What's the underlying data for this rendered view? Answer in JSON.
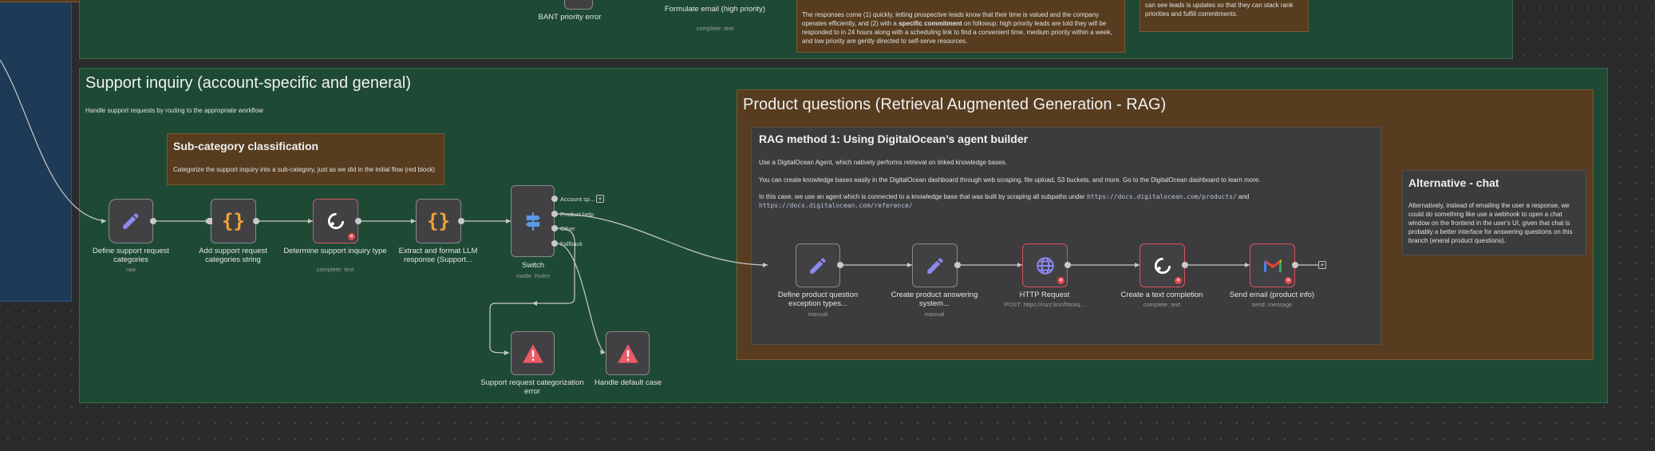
{
  "canvas": {
    "background": "#2b2b2b"
  },
  "top_section": {
    "bant_label": "BANT priority error",
    "formulate_label": "Formulate email (high priority)",
    "formulate_sub": "complete: text",
    "note1_text": "The responses come (1) quickly, letting prospective leads know that their time is valued and the company operates efficiently, and (2) with a specific commitment on followup: high priority leads are told they will be responded to in 24 hours along with a scheduling link to find a convenient time, medium priority within a week, and low priority are gently directed to self-serve resources.",
    "note2_text": "can see leads is updates so that they can stack rank priorities and fulfill commitments."
  },
  "support": {
    "title": "Support inquiry (account-specific and general)",
    "description": "Handle support requests by routing to the appropriate workflow",
    "subcat": {
      "title": "Sub-category classification",
      "description": "Categorize the support inquiry into a sub-category, just as we did in the initial flow (red block)"
    },
    "nodes": {
      "define": {
        "label": "Define support request categories",
        "sub": "raw"
      },
      "add": {
        "label": "Add support request categories string",
        "sub": ""
      },
      "determine": {
        "label": "Determine support inquiry type",
        "sub": "complete: text"
      },
      "extract": {
        "label": "Extract and format LLM response (Support...",
        "sub": ""
      },
      "switch": {
        "label": "Switch",
        "sub": "mode: Rules"
      },
      "cat_error": {
        "label": "Support request categorization error",
        "sub": ""
      },
      "default_case": {
        "label": "Handle default case",
        "sub": ""
      }
    },
    "switch_outputs": [
      "Account sp...",
      "Product help",
      "Other",
      "Fallback"
    ]
  },
  "product": {
    "title": "Product questions (Retrieval Augmented Generation - RAG)",
    "rag": {
      "title": "RAG method 1: Using DigitalOcean’s agent builder",
      "p1": "Use a DigitalOcean Agent, which natively performs retrieval on linked knowledge bases.",
      "p2": "You can create knowledge bases easily in the DigitalOcean dashboard through web scraping, file upload, S3 buckets, and more. Go to the DigitalOcean dashboard to learn more.",
      "p3": "In this case, we use an agent which is connected to a knowledge base that was built by scraping all subpaths under",
      "url1": "https://docs.digitalocean.com/products/",
      "and": "and",
      "url2": "https://docs.digitalocean.com/reference/"
    },
    "nodes": {
      "define_types": {
        "label": "Define product question exception types...",
        "sub": "manual"
      },
      "create_system": {
        "label": "Create product answering system...",
        "sub": "manual"
      },
      "http": {
        "label": "HTTP Request",
        "sub": "POST: https://mzz3rsnfhtckq..."
      },
      "completion": {
        "label": "Create a text completion",
        "sub": "complete: text"
      },
      "email": {
        "label": "Send email (product info)",
        "sub": "send: message"
      }
    }
  },
  "alternative": {
    "title": "Alternative - chat",
    "description": "Alternatively, instead of emailing the user a response, we could do something like use a webhook to open a chat window on the frontend in the user's UI, given that chat is probably a better interface for answering questions on this branch (eneral product questions)."
  },
  "icons": {
    "pencil": "pencil-icon",
    "braces": "braces-icon",
    "openai": "openai-icon",
    "switch": "switch-signpost-icon",
    "warning": "warning-triangle-icon",
    "globe": "globe-icon",
    "gmail": "gmail-icon",
    "error_badge": "error-badge-icon",
    "plus": "plus-icon"
  },
  "colors": {
    "group_green": "#1e4a35",
    "group_brown": "#573c1f",
    "group_grey": "#3c3c3e",
    "error_red": "#d9525f",
    "pencil_purple": "#8c88f0",
    "braces_orange": "#f0a335",
    "switch_blue": "#5a9be6",
    "warning_red": "#ee5a66"
  }
}
